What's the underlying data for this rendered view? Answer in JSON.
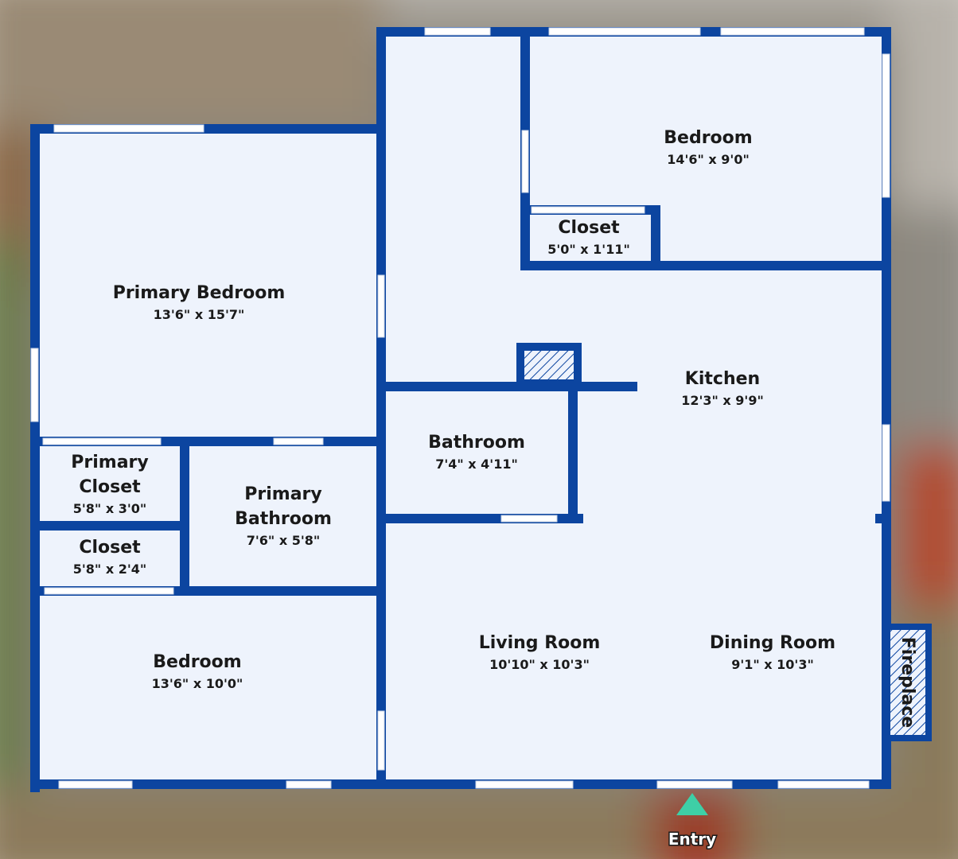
{
  "floorplan": {
    "colors": {
      "wall": "#0c45a0",
      "floor": "#eef3fc",
      "window": "#ffffff",
      "entry_marker": "#3ecfa6",
      "hatch": "#0c45a0"
    },
    "rooms": [
      {
        "id": "bedroom-top",
        "name": "Bedroom",
        "dims": "14'6\" x 9'0\""
      },
      {
        "id": "closet-top",
        "name": "Closet",
        "dims": "5'0\" x 1'11\""
      },
      {
        "id": "primary-bedroom",
        "name": "Primary Bedroom",
        "dims": "13'6\" x 15'7\""
      },
      {
        "id": "kitchen",
        "name": "Kitchen",
        "dims": "12'3\" x 9'9\""
      },
      {
        "id": "bathroom",
        "name": "Bathroom",
        "dims": "7'4\" x 4'11\""
      },
      {
        "id": "primary-closet",
        "name_line1": "Primary",
        "name_line2": "Closet",
        "dims": "5'8\" x 3'0\""
      },
      {
        "id": "primary-bathroom",
        "name_line1": "Primary",
        "name_line2": "Bathroom",
        "dims": "7'6\" x 5'8\""
      },
      {
        "id": "closet-left",
        "name": "Closet",
        "dims": "5'8\" x 2'4\""
      },
      {
        "id": "bedroom-bottom",
        "name": "Bedroom",
        "dims": "13'6\" x 10'0\""
      },
      {
        "id": "living-room",
        "name": "Living Room",
        "dims": "10'10\" x 10'3\""
      },
      {
        "id": "dining-room",
        "name": "Dining Room",
        "dims": "9'1\" x 10'3\""
      }
    ],
    "fireplace": "Fireplace",
    "entry": "Entry"
  }
}
